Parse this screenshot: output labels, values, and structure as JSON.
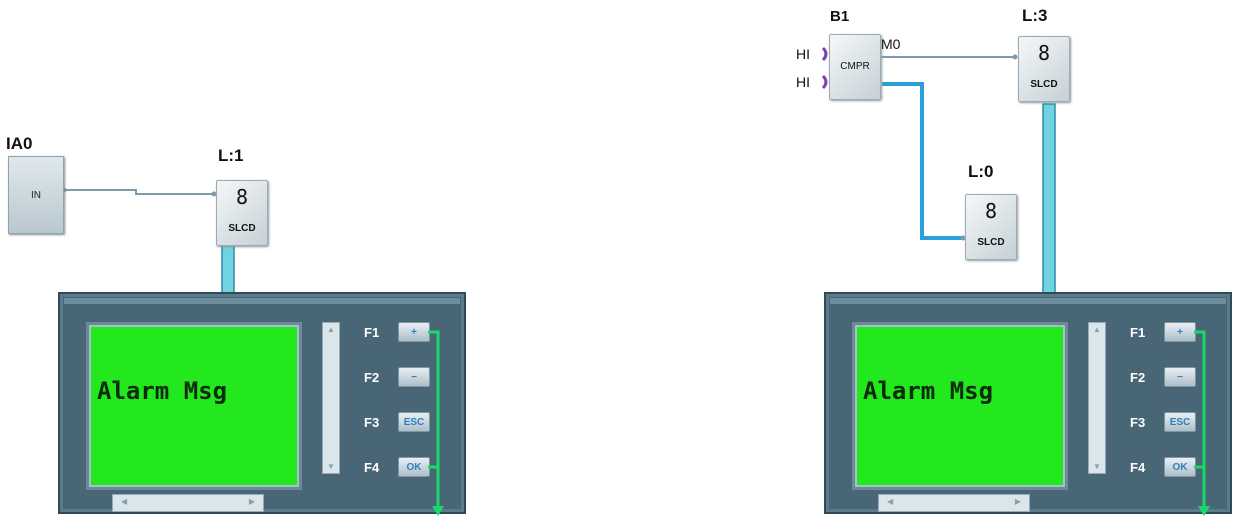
{
  "left": {
    "input_block": {
      "title": "IA0",
      "text": "IN"
    },
    "display_block": {
      "title": "L:1",
      "digit": "8",
      "tag": "SLCD"
    },
    "hmi": {
      "screen_message": "Alarm Msg",
      "keys": [
        {
          "label": "F1",
          "button": "+"
        },
        {
          "label": "F2",
          "button": "−"
        },
        {
          "label": "F3",
          "button": "ESC"
        },
        {
          "label": "F4",
          "button": "OK"
        }
      ]
    }
  },
  "right": {
    "compare_block": {
      "title": "B1",
      "tag": "CMPR",
      "out_label": "M0",
      "inputs": [
        "HI",
        "HI"
      ]
    },
    "display_block_a": {
      "title": "L:3",
      "digit": "8",
      "tag": "SLCD"
    },
    "display_block_b": {
      "title": "L:0",
      "digit": "8",
      "tag": "SLCD"
    },
    "hmi": {
      "screen_message": "Alarm Msg",
      "keys": [
        {
          "label": "F1",
          "button": "+"
        },
        {
          "label": "F2",
          "button": "−"
        },
        {
          "label": "F3",
          "button": "ESC"
        },
        {
          "label": "F4",
          "button": "OK"
        }
      ]
    }
  },
  "colors": {
    "wire": "#7f9aa8",
    "link_blue": "#2aa0d8",
    "arrow_cyan": "#6fd3e2",
    "green_line": "#19d96b",
    "screen_green": "#22e81d",
    "input_arc": "#7a3fb0"
  }
}
